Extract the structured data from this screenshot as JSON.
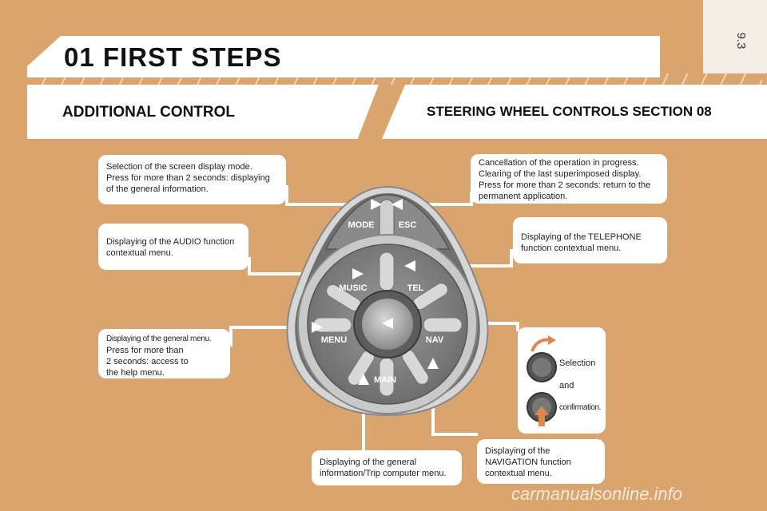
{
  "page_number": "9.3",
  "title": "01  FIRST STEPS",
  "sections": {
    "left": "ADDITIONAL CONTROL",
    "right": "STEERING WHEEL CONTROLS SECTION 08"
  },
  "callouts": {
    "mode": [
      "Selection of the screen display mode.",
      "Press for more than 2 seconds: displaying",
      "of the general information."
    ],
    "esc": [
      "Cancellation of the operation in progress.",
      "Clearing of the last superimposed display.",
      "Press for more than 2 seconds: return to the",
      "permanent application."
    ],
    "music": [
      "Displaying of the AUDIO function",
      "contextual menu."
    ],
    "tel": [
      "Displaying of the TELEPHONE",
      "function contextual menu."
    ],
    "menu_title": "Displaying of the general menu.",
    "menu": [
      "Press for more than",
      "2 seconds: access to",
      "the help menu."
    ],
    "main": [
      "Displaying of the general",
      "information/Trip computer menu."
    ],
    "nav": [
      "Displaying of the",
      "NAVIGATION function",
      "contextual menu."
    ]
  },
  "knob_legend": {
    "selection": "Selection",
    "and": "and",
    "confirmation": "confirmation."
  },
  "controls": {
    "mode": "MODE",
    "esc": "ESC",
    "music": "MUSIC",
    "tel": "TEL",
    "menu": "MENU",
    "nav": "NAV",
    "main": "MAIN"
  },
  "watermark": "carmanualsonline.info"
}
